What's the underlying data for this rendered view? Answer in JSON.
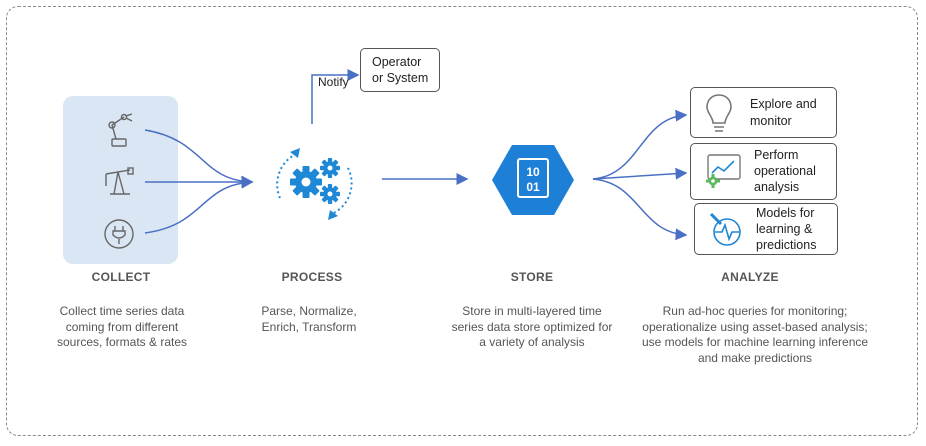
{
  "stages": {
    "collect": {
      "title": "COLLECT",
      "description": "Collect time series data coming from different sources, formats & rates"
    },
    "process": {
      "title": "PROCESS",
      "description": "Parse, Normalize, Enrich, Transform"
    },
    "store": {
      "title": "STORE",
      "description": "Store in multi-layered time series data store optimized for a variety of analysis",
      "icon_text_line1": "10",
      "icon_text_line2": "01"
    },
    "analyze": {
      "title": "ANALYZE",
      "description": "Run ad-hoc queries for monitoring; operationalize using asset-based analysis; use models for machine learning inference and make predictions"
    }
  },
  "notify": {
    "label": "Notify",
    "target_line1": "Operator",
    "target_line2": "or System"
  },
  "analyze_boxes": [
    {
      "line1": "Explore and",
      "line2": "monitor",
      "icon": "lightbulb-icon"
    },
    {
      "line1": "Perform",
      "line2": "operational",
      "line3": "analysis",
      "icon": "dashboard-gear-icon"
    },
    {
      "line1": "Models for",
      "line2": "learning &",
      "line3": "predictions",
      "icon": "ml-model-icon"
    }
  ],
  "sources": [
    {
      "icon": "robot-arm-icon"
    },
    {
      "icon": "oil-pump-icon"
    },
    {
      "icon": "power-plug-icon"
    }
  ],
  "colors": {
    "arrow": "#4a70c4",
    "accent_blue": "#1e88d6",
    "collect_bg": "#dbe6f5"
  }
}
